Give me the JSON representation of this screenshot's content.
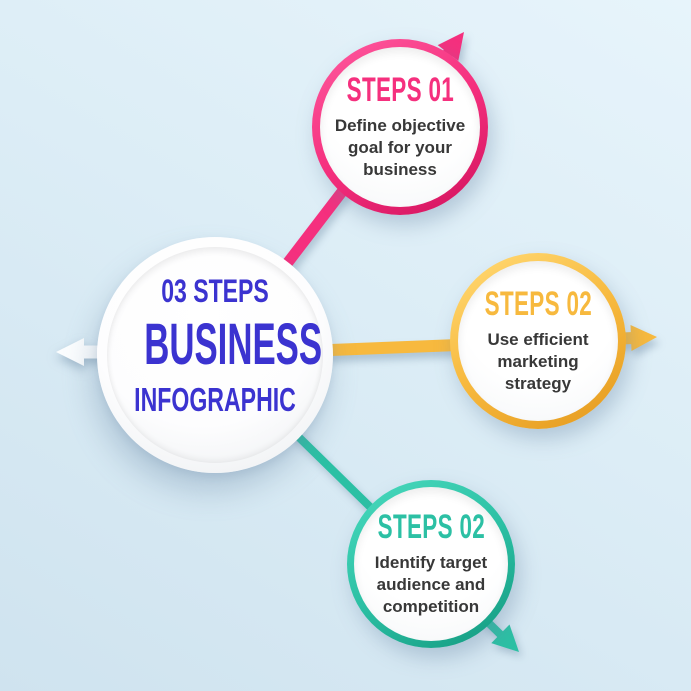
{
  "central": {
    "line1": "03 STEPS",
    "line2": "BUSINESS",
    "line3": "INFOGRAPHIC"
  },
  "steps": [
    {
      "label": "STEPS 01",
      "body": "Define objective\ngoal for your\nbusiness",
      "color": "#F5307E",
      "color_light": "#FD549A",
      "color_dark": "#D4145F"
    },
    {
      "label": "STEPS 02",
      "body": "Use efficient\nmarketing\nstrategy",
      "color": "#F7B93E",
      "color_light": "#FFD66E",
      "color_dark": "#E59B1F"
    },
    {
      "label": "STEPS 02",
      "body": "Identify target\naudience and\ncompetition",
      "color": "#2CC0A4",
      "color_light": "#45D6BA",
      "color_dark": "#159C82"
    }
  ],
  "colors": {
    "background": "#DCEDF6",
    "title_blue": "#3B33D0",
    "body_text": "#383838",
    "white_arrow": "#FBFDFE"
  }
}
